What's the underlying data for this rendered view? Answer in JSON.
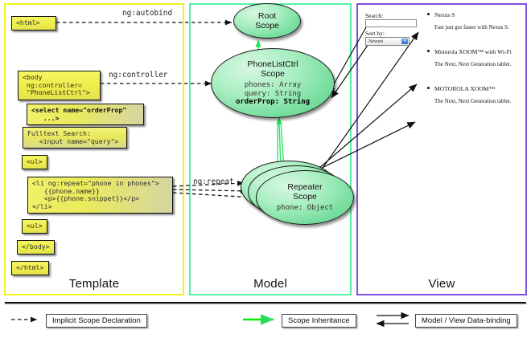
{
  "panels": {
    "template": {
      "label": "Template",
      "border_color": "#f2f221"
    },
    "model": {
      "label": "Model",
      "border_color": "#56efa6"
    },
    "view": {
      "label": "View",
      "border_color": "#7a4fe0"
    }
  },
  "template_boxes": [
    {
      "name": "html-open",
      "text": "<html>"
    },
    {
      "name": "body-open",
      "text": "<body\n ng:controller=\n \"PhoneListCtrl\">"
    },
    {
      "name": "select-tag",
      "text": "<select name=\"orderProp\"\n   ...>"
    },
    {
      "name": "fulltext-search",
      "text": "Fulltext Search:\n   <input name=\"query\">"
    },
    {
      "name": "ul-open",
      "text": "<ul>"
    },
    {
      "name": "li-ng-repeat",
      "text": "<li ng:repeat=\"phone in phones\">\n   {{phone.name}}\n   <p>{{phone.snippet}}</p>\n</li>"
    },
    {
      "name": "ul-close",
      "text": "<ul>"
    },
    {
      "name": "body-close",
      "text": "</body>"
    },
    {
      "name": "html-close",
      "text": "</html>"
    }
  ],
  "connector_labels": {
    "autobind": "ng:autobind",
    "controller": "ng:controller",
    "repeat": "ng:repeat"
  },
  "scopes": [
    {
      "name": "root-scope",
      "title_line1": "Root",
      "title_line2": "Scope",
      "props": ""
    },
    {
      "name": "phonelistctrl-scope",
      "title_line1": "PhoneListCtrl",
      "title_line2": "Scope",
      "props_plain": "phones: Array\nquery: String\n",
      "props_bold": "orderProp: String"
    },
    {
      "name": "repeater-scope",
      "title_line1": "Repeater",
      "title_line2": "Scope",
      "props_plain": "phone: Object",
      "props_bold": ""
    }
  ],
  "view": {
    "search_label": "Search:",
    "search_value": "",
    "sort_label": "Sort by:",
    "sort_selected": "Newest",
    "phones": [
      {
        "name": "Nexus S",
        "snippet": "Fast just got faster with Nexus S."
      },
      {
        "name": "Motorola XOOM™  with Wi-Fi",
        "snippet": "The Next, Next Generation tablet."
      },
      {
        "name": "MOTOROLA XOOM™",
        "snippet": "The Next, Next Generation tablet."
      }
    ]
  },
  "legend": [
    {
      "name": "implicit-scope-declaration",
      "label": "Implicit Scope Declaration",
      "style": "dashed",
      "color": "#111111"
    },
    {
      "name": "scope-inheritance",
      "label": "Scope Inheritance",
      "style": "solid-green",
      "color": "#00ee00"
    },
    {
      "name": "model-view-data-binding",
      "label": "Model / View Data-binding",
      "style": "double-arrow",
      "color": "#111111"
    }
  ]
}
